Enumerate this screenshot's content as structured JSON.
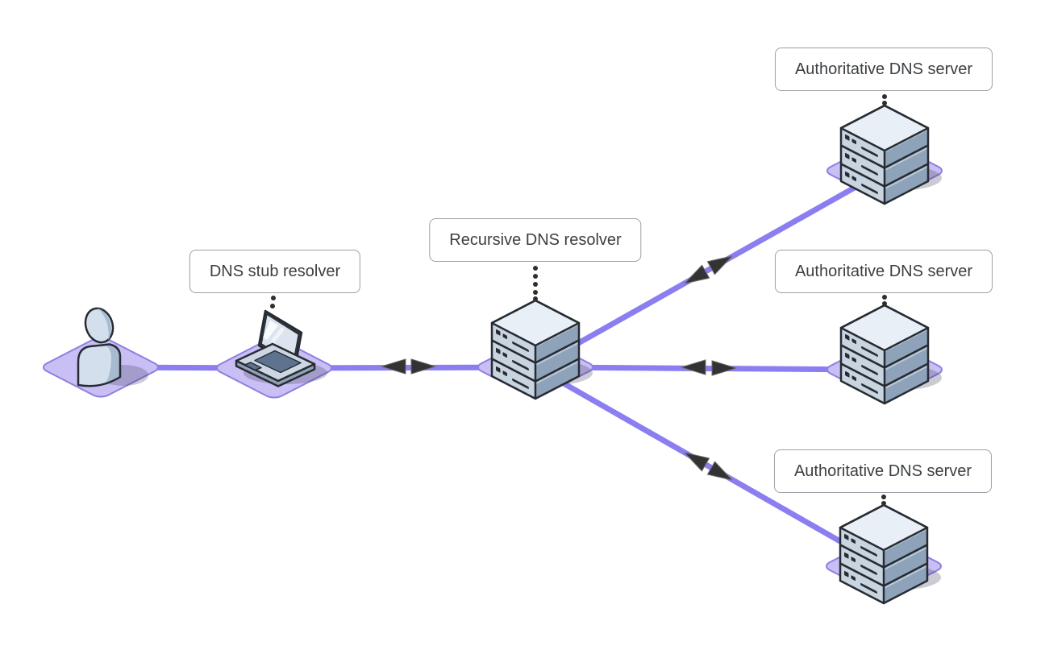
{
  "diagram": {
    "type": "network-diagram",
    "background": "#ffffff",
    "colors": {
      "connection_line": "#8b7ef0",
      "platform_fill": "#cabff4",
      "platform_stroke": "#8d7ee2",
      "arrowhead": "#333333",
      "label_border": "#9aa0a6",
      "label_text": "#3c4043",
      "icon_outline": "#272c33",
      "server_face_light": "#c9d4e1",
      "server_face_dark": "#8ea3b9",
      "server_face_top": "#e9eff7"
    },
    "nodes": [
      {
        "id": "user",
        "icon": "person-icon",
        "label": ""
      },
      {
        "id": "stub",
        "icon": "laptop-icon",
        "label": "DNS stub resolver"
      },
      {
        "id": "resolver",
        "icon": "server-icon",
        "label": "Recursive DNS resolver"
      },
      {
        "id": "auth-top",
        "icon": "server-icon",
        "label": "Authoritative DNS server"
      },
      {
        "id": "auth-middle",
        "icon": "server-icon",
        "label": "Authoritative DNS server"
      },
      {
        "id": "auth-bottom",
        "icon": "server-icon",
        "label": "Authoritative DNS server"
      }
    ],
    "edges": [
      {
        "from": "user",
        "to": "stub",
        "arrows": "none"
      },
      {
        "from": "stub",
        "to": "resolver",
        "arrows": "bidirectional"
      },
      {
        "from": "resolver",
        "to": "auth-top",
        "arrows": "bidirectional"
      },
      {
        "from": "resolver",
        "to": "auth-middle",
        "arrows": "bidirectional"
      },
      {
        "from": "resolver",
        "to": "auth-bottom",
        "arrows": "bidirectional"
      }
    ],
    "label_connector_style": "dotted"
  }
}
